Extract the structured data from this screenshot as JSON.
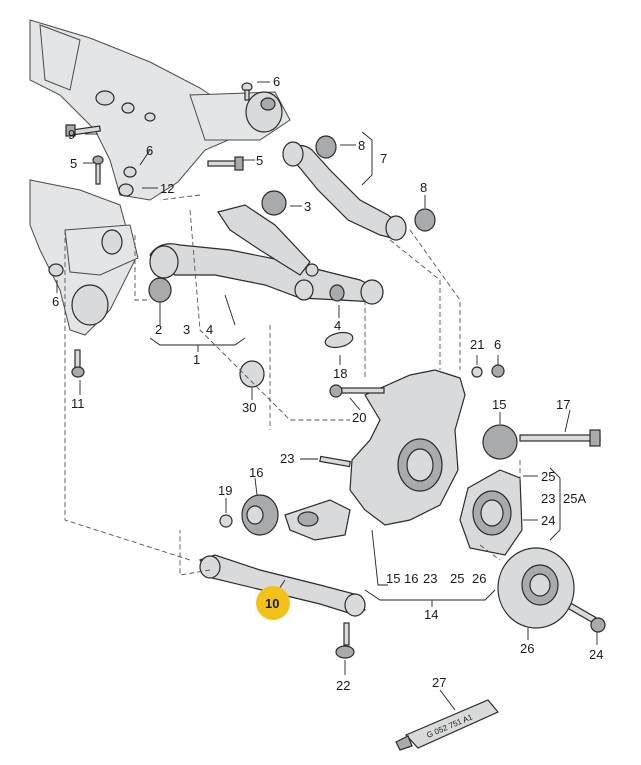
{
  "callouts": [
    {
      "label": "6"
    },
    {
      "label": "9"
    },
    {
      "label": "5"
    },
    {
      "label": "6"
    },
    {
      "label": "5"
    },
    {
      "label": "12"
    },
    {
      "label": "8"
    },
    {
      "label": "7"
    },
    {
      "label": "3"
    },
    {
      "label": "8"
    },
    {
      "label": "6"
    },
    {
      "label": "2"
    },
    {
      "label": "3"
    },
    {
      "label": "4"
    },
    {
      "label": "1"
    },
    {
      "label": "4"
    },
    {
      "label": "11"
    },
    {
      "label": "18"
    },
    {
      "label": "30"
    },
    {
      "label": "21"
    },
    {
      "label": "6"
    },
    {
      "label": "20"
    },
    {
      "label": "15"
    },
    {
      "label": "17"
    },
    {
      "label": "23"
    },
    {
      "label": "16"
    },
    {
      "label": "25"
    },
    {
      "label": "19"
    },
    {
      "label": "23"
    },
    {
      "label": "25A"
    },
    {
      "label": "24"
    },
    {
      "label": "15"
    },
    {
      "label": "16"
    },
    {
      "label": "23"
    },
    {
      "label": "25"
    },
    {
      "label": "26"
    },
    {
      "label": "14"
    },
    {
      "label": "10"
    },
    {
      "label": "26"
    },
    {
      "label": "24"
    },
    {
      "label": "22"
    },
    {
      "label": "27"
    }
  ],
  "tube_text": "G 052 751 A1",
  "highlight_color": "#f2c21b"
}
